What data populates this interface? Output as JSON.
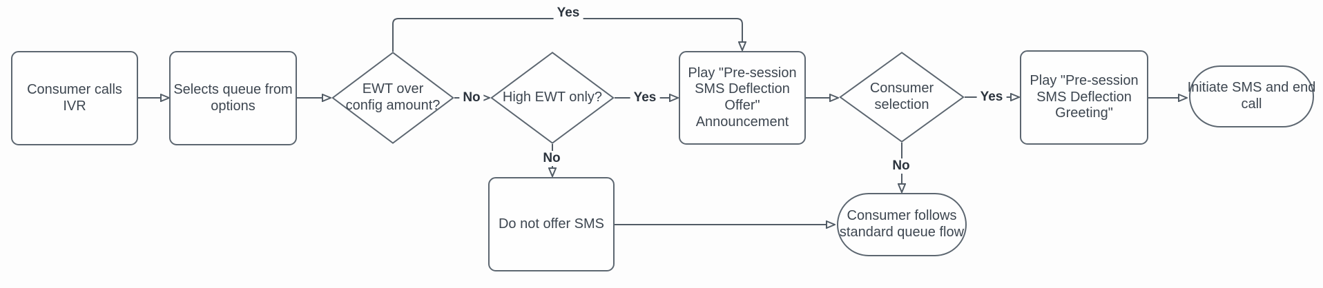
{
  "colors": {
    "background": "#fdfdfd",
    "shape_fill": "#fefefe",
    "shape_border": "#5c6670",
    "connector_line": "#515b65",
    "arrowhead": "#2f3945",
    "shape_text": "#3d4650",
    "edge_label_text": "#2b333d"
  },
  "flowchart": {
    "nodes": {
      "consumer_calls_ivr": {
        "type": "process",
        "label": "Consumer calls\nIVR"
      },
      "selects_queue": {
        "type": "process",
        "label": "Selects queue from\noptions"
      },
      "ewt_over_config": {
        "type": "decision",
        "label": "EWT over\nconfig amount?"
      },
      "high_ewt_only": {
        "type": "decision",
        "label": "High EWT only?"
      },
      "play_offer_announcement": {
        "type": "process",
        "label": "Play \"Pre-session\nSMS Deflection\nOffer\"\nAnnouncement"
      },
      "consumer_selection": {
        "type": "decision",
        "label": "Consumer\nselection"
      },
      "play_greeting": {
        "type": "process",
        "label": "Play \"Pre-session\nSMS Deflection\nGreeting\""
      },
      "initiate_sms_end_call": {
        "type": "terminator",
        "label": "Initiate SMS and end\ncall"
      },
      "do_not_offer_sms": {
        "type": "process",
        "label": "Do not offer SMS"
      },
      "standard_queue_flow": {
        "type": "terminator",
        "label": "Consumer follows\nstandard queue flow"
      }
    },
    "edge_labels": {
      "yes_top": "Yes",
      "no_to_high_ewt": "No",
      "yes_to_offer": "Yes",
      "no_to_do_not_offer": "No",
      "yes_to_greeting": "Yes",
      "no_to_standard_flow": "No"
    },
    "edges": [
      {
        "from": "consumer_calls_ivr",
        "to": "selects_queue",
        "label": ""
      },
      {
        "from": "selects_queue",
        "to": "ewt_over_config",
        "label": ""
      },
      {
        "from": "ewt_over_config",
        "to": "play_offer_announcement",
        "label": "Yes"
      },
      {
        "from": "ewt_over_config",
        "to": "high_ewt_only",
        "label": "No"
      },
      {
        "from": "high_ewt_only",
        "to": "play_offer_announcement",
        "label": "Yes"
      },
      {
        "from": "high_ewt_only",
        "to": "do_not_offer_sms",
        "label": "No"
      },
      {
        "from": "play_offer_announcement",
        "to": "consumer_selection",
        "label": ""
      },
      {
        "from": "consumer_selection",
        "to": "play_greeting",
        "label": "Yes"
      },
      {
        "from": "consumer_selection",
        "to": "standard_queue_flow",
        "label": "No"
      },
      {
        "from": "play_greeting",
        "to": "initiate_sms_end_call",
        "label": ""
      },
      {
        "from": "do_not_offer_sms",
        "to": "standard_queue_flow",
        "label": ""
      }
    ]
  }
}
